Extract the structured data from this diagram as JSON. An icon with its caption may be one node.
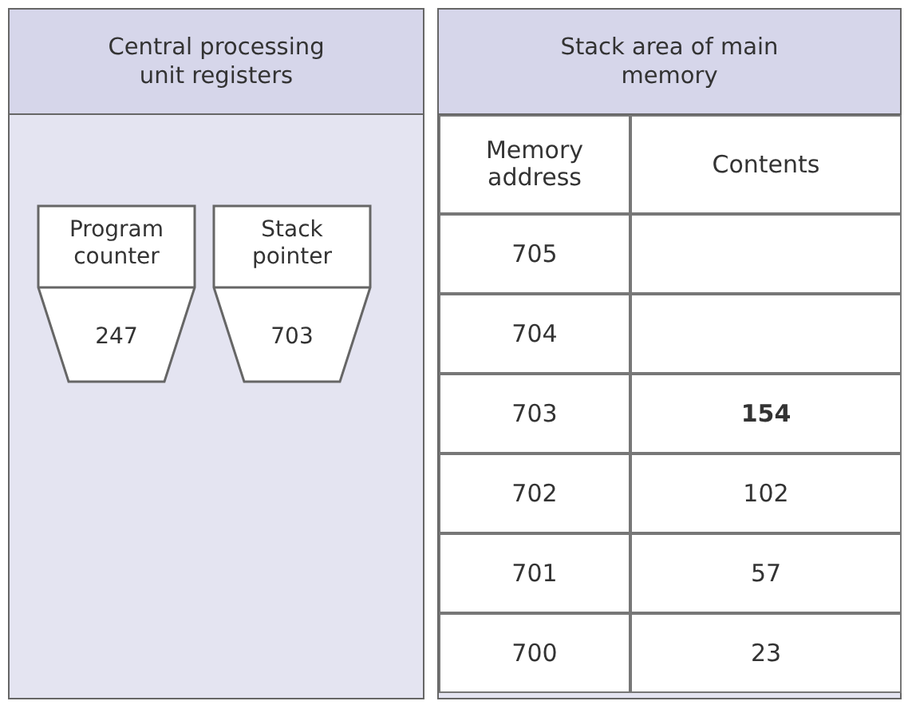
{
  "diagram": {
    "nodes": [
      {
        "text": [
          "Central processing unit registers"
        ]
      },
      {
        "text": [
          "Program counter",
          "247"
        ],
        "in": 0
      },
      {
        "text": [
          "Stack pointer",
          "703"
        ],
        "in": 0
      },
      {
        "text": [
          "Stack area of main memory"
        ]
      }
    ],
    "labels": [
      "Memory address",
      "Contents",
      "705",
      "704",
      "703",
      "154",
      "702",
      "102",
      "701",
      "57",
      "700",
      "23"
    ]
  }
}
